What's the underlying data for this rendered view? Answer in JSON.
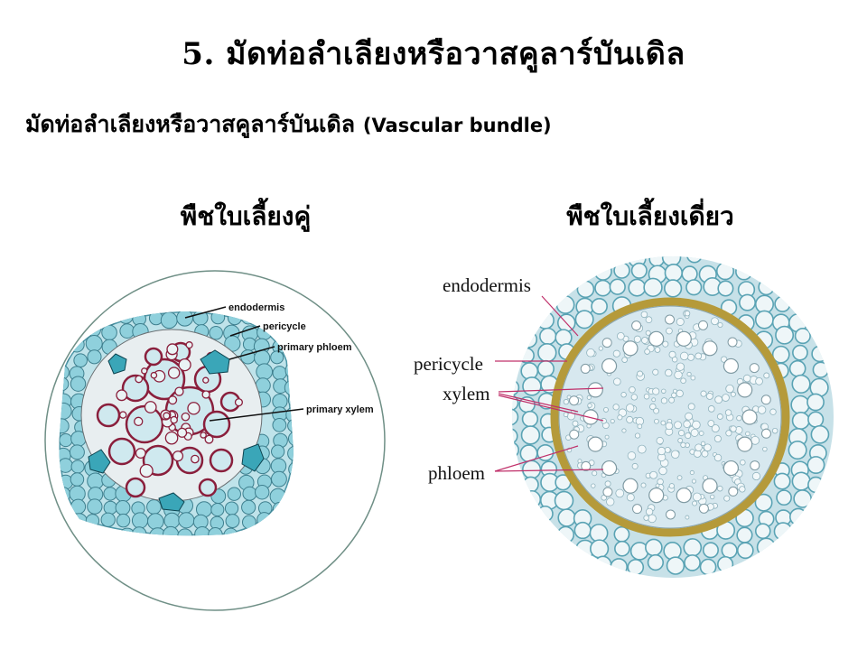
{
  "slide": {
    "title": "5. มัดท่อลำเลียงหรือวาสคูลาร์บันเดิล",
    "subtitle_th": "มัดท่อลำเลียงหรือวาสคูลาร์บันเดิล",
    "subtitle_en": "(Vascular bundle)"
  },
  "dicot": {
    "caption": "พืชใบเลี้ยงคู่",
    "labels": {
      "endodermis": "endodermis",
      "pericycle": "pericycle",
      "primary_phloem": "primary phloem",
      "primary_xylem": "primary xylem"
    }
  },
  "monocot": {
    "caption": "พืชใบเลี้ยงเดี่ยว",
    "labels": {
      "endodermis": "endodermis",
      "pericycle": "pericycle",
      "xylem": "xylem",
      "phloem": "phloem"
    }
  },
  "colors": {
    "cortex_cell": "#8fd0dc",
    "xylem_wall": "#8a1f3c",
    "phloem_patch": "#3aa6b8",
    "endodermis_ring": "#b59a3a",
    "stele_fill": "#d7e8ef",
    "leader_line_monocot": "#c0306a"
  }
}
